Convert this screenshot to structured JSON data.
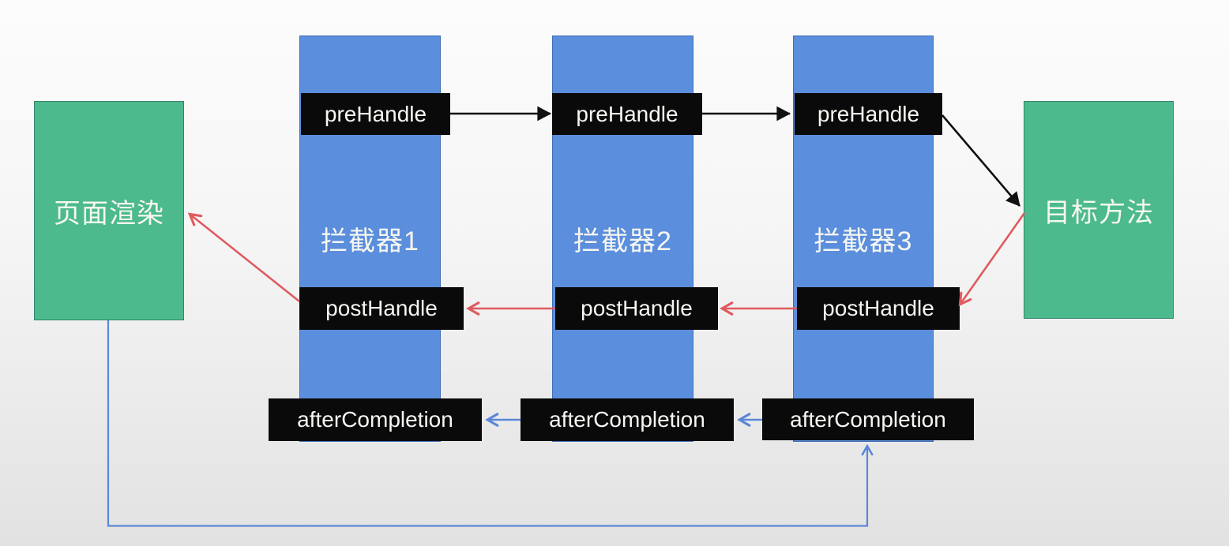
{
  "diagram": {
    "nodes": {
      "page_render": "页面渲染",
      "target_method": "目标方法"
    },
    "interceptors": [
      {
        "name": "拦截器1",
        "pre": "preHandle",
        "post": "postHandle",
        "after": "afterCompletion"
      },
      {
        "name": "拦截器2",
        "pre": "preHandle",
        "post": "postHandle",
        "after": "afterCompletion"
      },
      {
        "name": "拦截器3",
        "pre": "preHandle",
        "post": "postHandle",
        "after": "afterCompletion"
      }
    ],
    "colors": {
      "column_blue": "#5B8EDC",
      "column_border": "#3E6FB5",
      "node_green": "#4CBA8D",
      "node_border": "#35836A",
      "label_black": "#0A0A0A",
      "text_white": "#F7F7F2",
      "arrow_black": "#111111",
      "arrow_red": "#E05A5F",
      "arrow_blue": "#5B87D6",
      "background_top": "#FCFCFC",
      "background_bottom": "#E2E2E2"
    }
  }
}
